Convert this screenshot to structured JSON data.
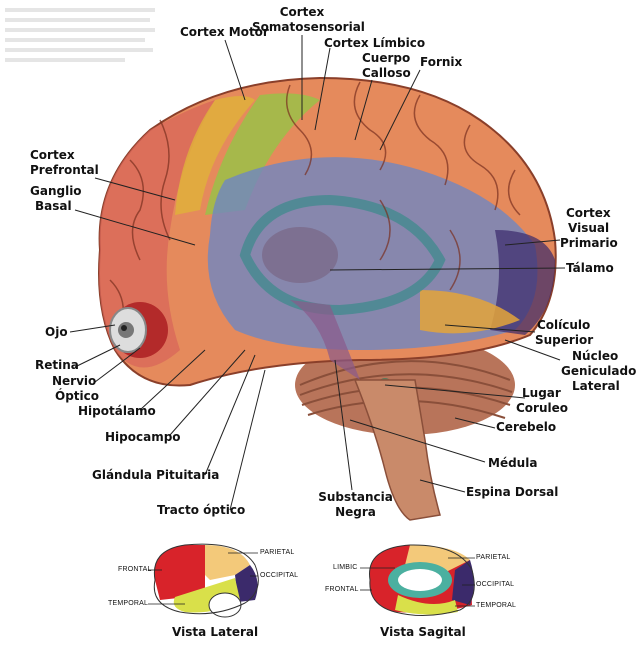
{
  "labels": {
    "cortex_motor": "Cortex Motor",
    "cortex_somato_1": "Cortex",
    "cortex_somato_2": "Somatosensorial",
    "cortex_limbico": "Cortex Límbico",
    "cuerpo_calloso_1": "Cuerpo",
    "cuerpo_calloso_2": "Calloso",
    "fornix": "Fornix",
    "cortex_prefrontal_1": "Cortex",
    "cortex_prefrontal_2": "Prefrontal",
    "ganglio_basal_1": "Ganglio",
    "ganglio_basal_2": "Basal",
    "cortex_visual_1": "Cortex",
    "cortex_visual_2": "Visual",
    "cortex_visual_3": "Primario",
    "talamo": "Tálamo",
    "ojo": "Ojo",
    "coliculo_1": "Colículo",
    "coliculo_2": "Superior",
    "nucleo_1": "Núcleo",
    "nucleo_2": "Geniculado",
    "nucleo_3": "Lateral",
    "retina": "Retina",
    "nervio_1": "Nervio",
    "nervio_2": "Óptico",
    "hipotalamo": "Hipotálamo",
    "lugar_1": "Lugar",
    "lugar_2": "Coruleo",
    "cerebelo": "Cerebelo",
    "hipocampo": "Hipocampo",
    "medula": "Médula",
    "glandula": "Glándula Pituitaria",
    "espina": "Espina Dorsal",
    "substancia_1": "Substancia",
    "substancia_2": "Negra",
    "tracto": "Tracto óptico"
  },
  "lateral": {
    "caption": "Vista Lateral",
    "frontal": "FRONTAL",
    "parietal": "PARIETAL",
    "occipital": "OCCIPITAL",
    "temporal": "TEMPORAL"
  },
  "sagital": {
    "caption": "Vista Sagital",
    "limbic": "LIMBIC",
    "frontal": "FRONTAL",
    "parietal": "PARIETAL",
    "occipital": "OCCIPITAL",
    "temporal": "TEMPORAL"
  },
  "colors": {
    "frontal": "#d8232a",
    "parietal": "#f3c97a",
    "occipital": "#3b2a6b",
    "temporal": "#d9e04a",
    "limbic": "#4bb0a0",
    "cortex_base": "#e58a5c",
    "blue_region": "#6f86c2",
    "cerebellum": "#b8745a"
  }
}
